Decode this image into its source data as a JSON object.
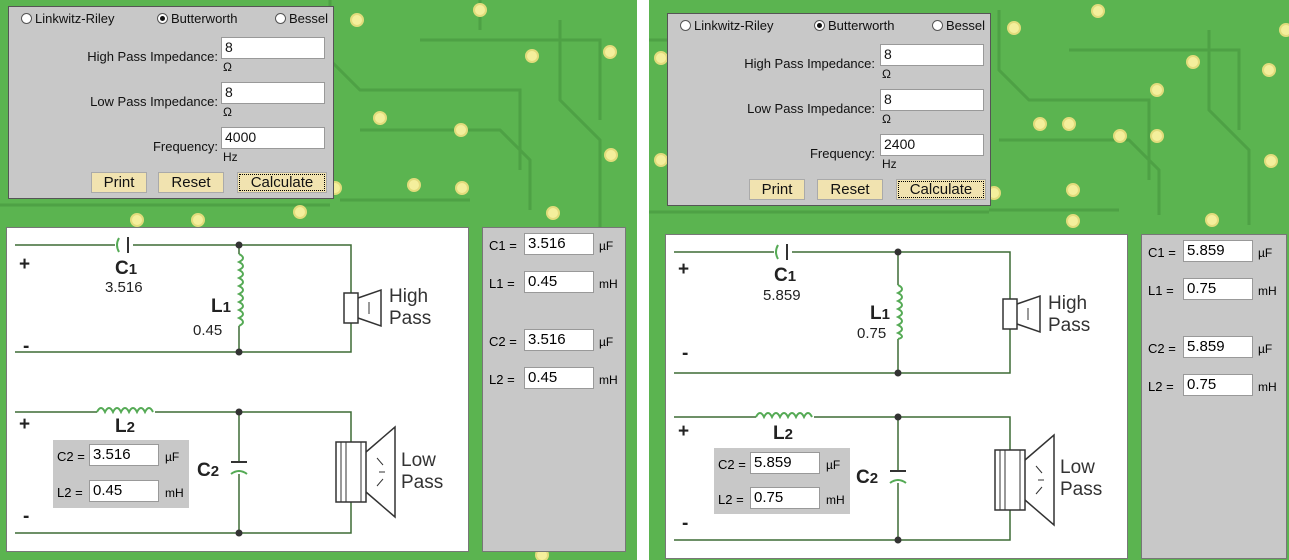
{
  "panels": [
    {
      "filter_options": [
        "Linkwitz-Riley",
        "Butterworth",
        "Bessel"
      ],
      "selected_filter": "Butterworth",
      "fields": [
        {
          "label": "High Pass Impedance:",
          "value": "8",
          "unit": "Ω"
        },
        {
          "label": "Low Pass Impedance:",
          "value": "8",
          "unit": "Ω"
        },
        {
          "label": "Frequency:",
          "value": "4000",
          "unit": "Hz"
        }
      ],
      "buttons": {
        "print": "Print",
        "reset": "Reset",
        "calculate": "Calculate"
      },
      "results": [
        {
          "label": "C1 =",
          "value": "3.516",
          "unit": "µF"
        },
        {
          "label": "L1 =",
          "value": "0.45",
          "unit": "mH"
        },
        {
          "label": "C2 =",
          "value": "3.516",
          "unit": "µF"
        },
        {
          "label": "L2 =",
          "value": "0.45",
          "unit": "mH"
        }
      ],
      "circuit": {
        "plus": "+",
        "minus": "-",
        "c1_name": "C",
        "c1_sub": "1",
        "c1_value": "3.516",
        "l1_name": "L",
        "l1_sub": "1",
        "l1_value": "0.45",
        "l2_name": "L",
        "l2_sub": "2",
        "c2_name": "C",
        "c2_sub": "2",
        "high_pass_line1": "High",
        "high_pass_line2": "Pass",
        "low_pass_line1": "Low",
        "low_pass_line2": "Pass",
        "inline_c2_label": "C2 =",
        "inline_c2_value": "3.516",
        "inline_c2_unit": "µF",
        "inline_l2_label": "L2 =",
        "inline_l2_value": "0.45",
        "inline_l2_unit": "mH"
      }
    },
    {
      "filter_options": [
        "Linkwitz-Riley",
        "Butterworth",
        "Bessel"
      ],
      "selected_filter": "Butterworth",
      "fields": [
        {
          "label": "High Pass Impedance:",
          "value": "8",
          "unit": "Ω"
        },
        {
          "label": "Low Pass Impedance:",
          "value": "8",
          "unit": "Ω"
        },
        {
          "label": "Frequency:",
          "value": "2400",
          "unit": "Hz"
        }
      ],
      "buttons": {
        "print": "Print",
        "reset": "Reset",
        "calculate": "Calculate"
      },
      "results": [
        {
          "label": "C1 =",
          "value": "5.859",
          "unit": "µF"
        },
        {
          "label": "L1 =",
          "value": "0.75",
          "unit": "mH"
        },
        {
          "label": "C2 =",
          "value": "5.859",
          "unit": "µF"
        },
        {
          "label": "L2 =",
          "value": "0.75",
          "unit": "mH"
        }
      ],
      "circuit": {
        "plus": "+",
        "minus": "-",
        "c1_name": "C",
        "c1_sub": "1",
        "c1_value": "5.859",
        "l1_name": "L",
        "l1_sub": "1",
        "l1_value": "0.75",
        "l2_name": "L",
        "l2_sub": "2",
        "c2_name": "C",
        "c2_sub": "2",
        "high_pass_line1": "High",
        "high_pass_line2": "Pass",
        "low_pass_line1": "Low",
        "low_pass_line2": "Pass",
        "inline_c2_label": "C2 =",
        "inline_c2_value": "5.859",
        "inline_c2_unit": "µF",
        "inline_l2_label": "L2 =",
        "inline_l2_value": "0.75",
        "inline_l2_unit": "mH"
      }
    }
  ],
  "colors": {
    "board": "#5bb450",
    "trace": "#4ea145",
    "pad": "#f4ef9c",
    "form": "#c8c8c8",
    "button": "#f1e3b0"
  }
}
